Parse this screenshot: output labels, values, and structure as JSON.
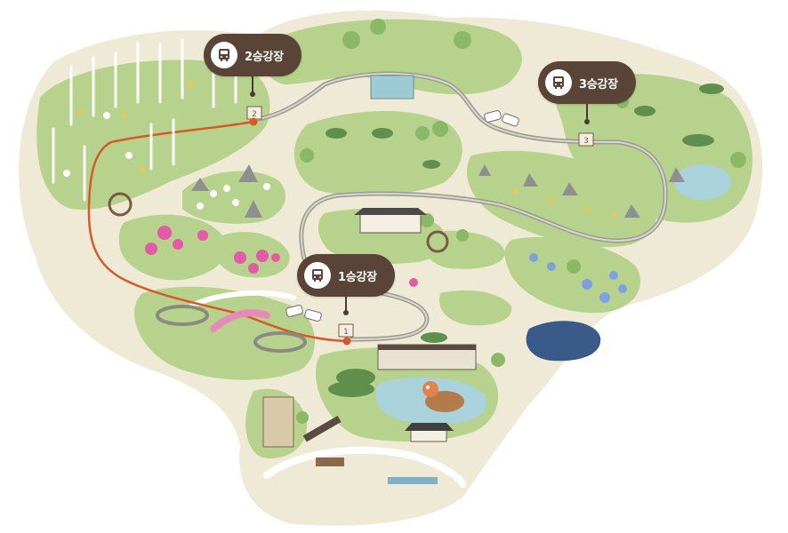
{
  "map": {
    "colors": {
      "land": "#efead6",
      "meadow": "#b6d28c",
      "meadow_dark": "#9cc277",
      "path": "#ffffff",
      "tram_line": "#9a9a94",
      "walking_route": "#d45a2a",
      "pond": "#a9d2dc",
      "callout_bg": "#5a4438",
      "rock": "#8f8f8f",
      "pink_flower": "#e45aa6"
    }
  },
  "stops": [
    {
      "id": "stop-1",
      "label": "1승강장",
      "icon": "bus-icon"
    },
    {
      "id": "stop-2",
      "label": "2승강장",
      "icon": "bus-icon"
    },
    {
      "id": "stop-3",
      "label": "3승강장",
      "icon": "bus-icon"
    }
  ],
  "signs": {
    "stop1_sign": "1",
    "stop2_sign": "2",
    "stop3_sign": "3"
  }
}
